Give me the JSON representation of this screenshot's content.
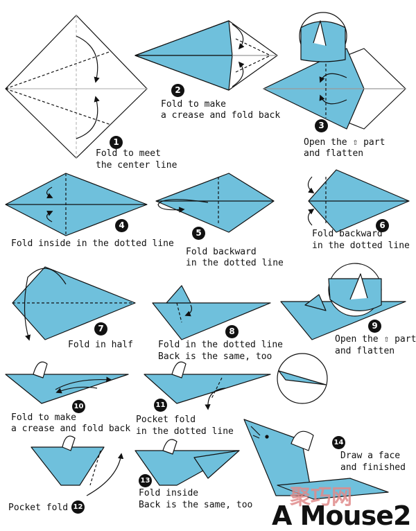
{
  "colors": {
    "paper_blue": "#6fc0dc",
    "line": "#111111",
    "watermark": "#e08a8a"
  },
  "steps": [
    {
      "num": "1",
      "caption": [
        "Fold to meet",
        "the center line"
      ]
    },
    {
      "num": "2",
      "caption": [
        "Fold to make",
        "a crease and fold back"
      ]
    },
    {
      "num": "3",
      "caption": [
        "Open the ⇧ part",
        "and flatten"
      ]
    },
    {
      "num": "4",
      "caption": [
        "Fold inside in the dotted line"
      ]
    },
    {
      "num": "5",
      "caption": [
        "Fold backward",
        "in the dotted line"
      ]
    },
    {
      "num": "6",
      "caption": [
        "Fold backward",
        "in the dotted line"
      ]
    },
    {
      "num": "7",
      "caption": [
        "Fold in half"
      ]
    },
    {
      "num": "8",
      "caption": [
        "Fold in the dotted line",
        "Back is the same, too"
      ]
    },
    {
      "num": "9",
      "caption": [
        "Open the ⇧ part",
        "and flatten"
      ]
    },
    {
      "num": "10",
      "caption": [
        "Fold to make",
        "a crease and fold back"
      ]
    },
    {
      "num": "11",
      "caption": [
        "Pocket fold",
        "in the dotted line"
      ]
    },
    {
      "num": "12",
      "caption": [
        "Pocket fold"
      ]
    },
    {
      "num": "13",
      "caption": [
        "Fold inside",
        "Back is the same, too"
      ]
    },
    {
      "num": "14",
      "caption": [
        "Draw a face",
        "and finished"
      ]
    }
  ],
  "title": "A Mouse2",
  "watermark": "聚巧网"
}
